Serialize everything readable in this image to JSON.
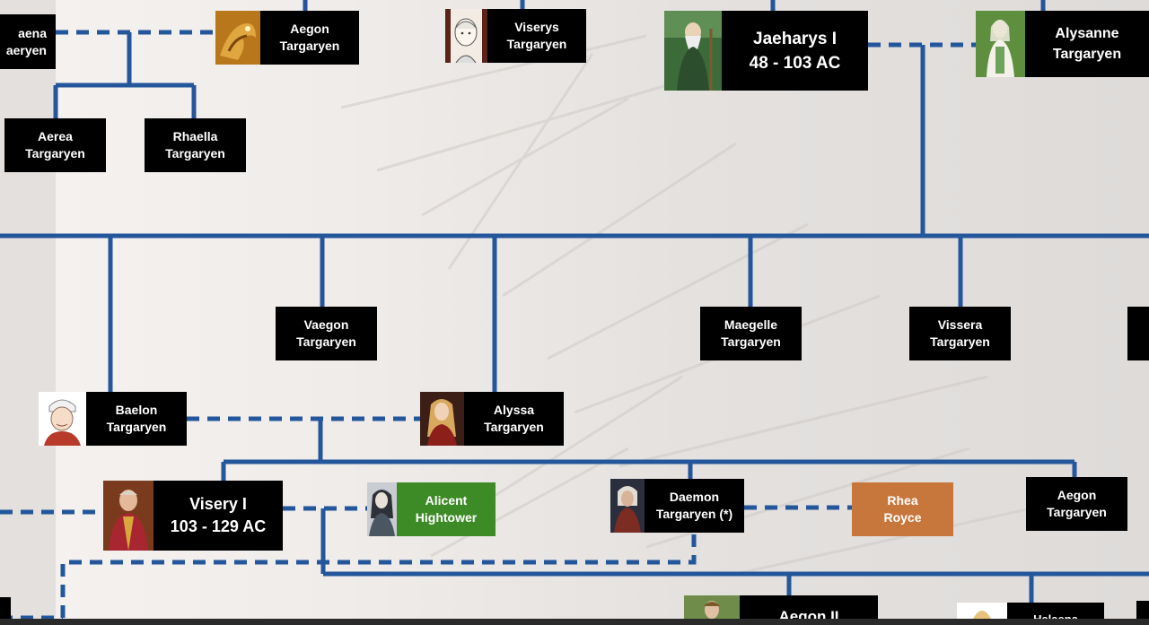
{
  "colors": {
    "connector": "#24569b",
    "card": "#000000",
    "alicent_card": "#3d8b26",
    "rhea_card": "#c8773c",
    "card_text": "#ffffff"
  },
  "nodes": {
    "aena": {
      "line1": "aena",
      "line2": "aeryen"
    },
    "aegon_top": {
      "line1": "Aegon",
      "line2": "Targaryen",
      "portrait": "dragon-icon"
    },
    "viserys_top": {
      "line1": "Viserys",
      "line2": "Targaryen",
      "portrait": "person-portrait"
    },
    "jaeharys": {
      "line1": "Jaeharys I",
      "line2": "48 - 103 AC",
      "portrait": "person-portrait"
    },
    "alysanne": {
      "line1": "Alysanne",
      "line2": "Targaryen",
      "portrait": "person-portrait"
    },
    "aerea": {
      "line1": "Aerea",
      "line2": "Targaryen"
    },
    "rhaella": {
      "line1": "Rhaella",
      "line2": "Targaryen"
    },
    "vaegon": {
      "line1": "Vaegon",
      "line2": "Targaryen"
    },
    "maegelle": {
      "line1": "Maegelle",
      "line2": "Targaryen"
    },
    "vissera": {
      "line1": "Vissera",
      "line2": "Targaryen"
    },
    "baelon": {
      "line1": "Baelon",
      "line2": "Targaryen",
      "portrait": "person-portrait"
    },
    "alyssa": {
      "line1": "Alyssa",
      "line2": "Targaryen",
      "portrait": "person-portrait"
    },
    "viserys_i": {
      "line1": "Visery I",
      "line2": "103 - 129 AC",
      "portrait": "person-portrait"
    },
    "alicent": {
      "line1": "Alicent",
      "line2": "Hightower",
      "portrait": "person-portrait"
    },
    "daemon": {
      "line1": "Daemon",
      "line2": "Targaryen (*)",
      "portrait": "person-portrait"
    },
    "rhea": {
      "line1": "Rhea",
      "line2": "Royce"
    },
    "aegon_right": {
      "line1": "Aegon",
      "line2": "Targaryen"
    },
    "aegon_ii": {
      "line1": "Aegon II",
      "portrait": "person-portrait"
    },
    "halaena": {
      "line1": "Halaena",
      "portrait": "person-portrait"
    }
  }
}
